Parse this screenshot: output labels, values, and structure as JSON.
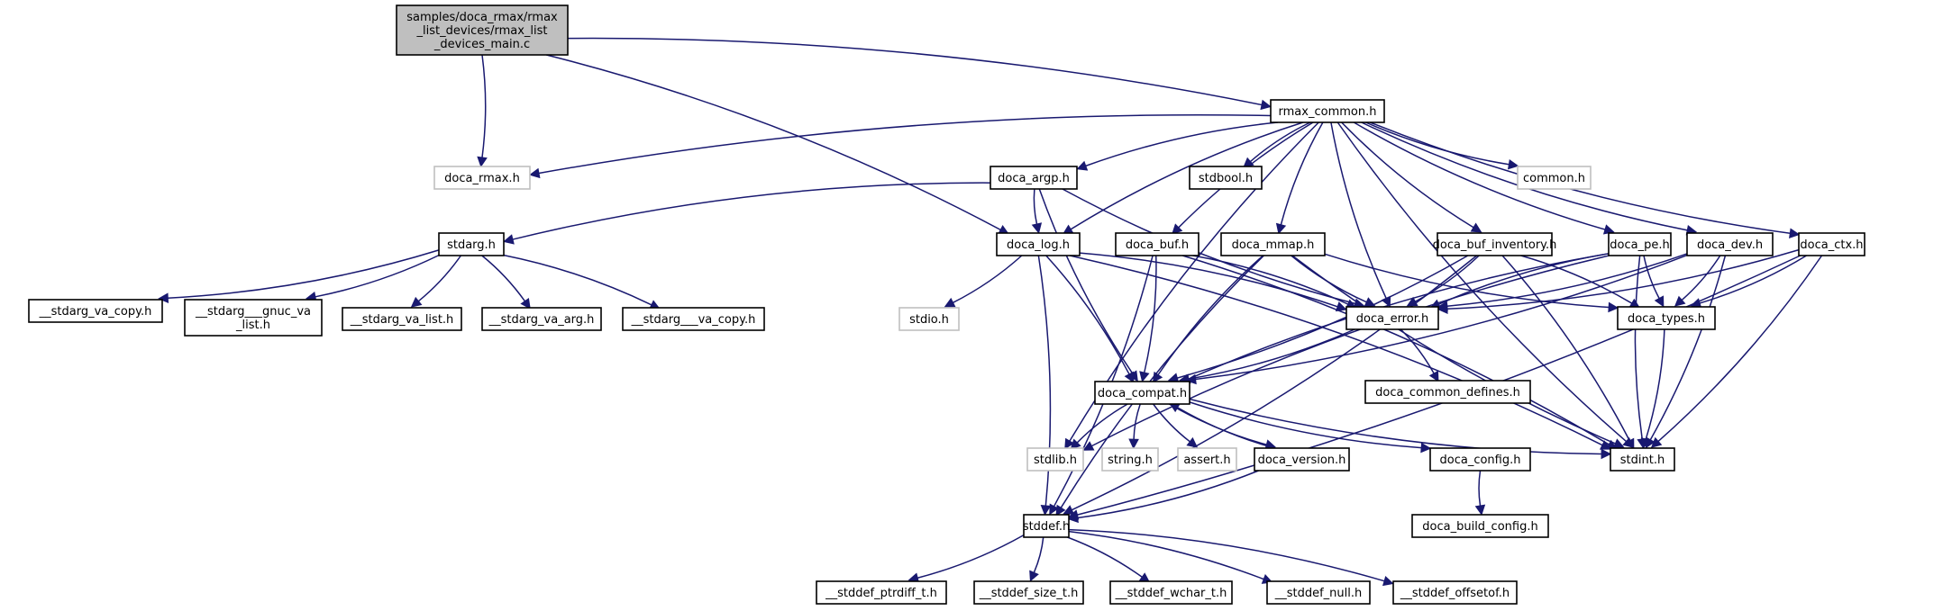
{
  "title": "Include dependency graph for rmax_list_devices_main.c",
  "colors": {
    "edge": "#191970",
    "root_fill": "#bfbfbf",
    "node_border": "#000000",
    "external_border": "#bfbfbf"
  },
  "nodes": [
    {
      "id": "root",
      "lines": [
        "samples/doca_rmax/rmax",
        "_list_devices/rmax_list",
        "_devices_main.c"
      ],
      "kind": "root"
    },
    {
      "id": "rmax_common",
      "lines": [
        "rmax_common.h"
      ],
      "kind": "normal"
    },
    {
      "id": "doca_rmax",
      "lines": [
        "doca_rmax.h"
      ],
      "kind": "ext"
    },
    {
      "id": "doca_argp",
      "lines": [
        "doca_argp.h"
      ],
      "kind": "normal"
    },
    {
      "id": "stdbool",
      "lines": [
        "stdbool.h"
      ],
      "kind": "normal"
    },
    {
      "id": "common",
      "lines": [
        "common.h"
      ],
      "kind": "ext"
    },
    {
      "id": "stdarg",
      "lines": [
        "stdarg.h"
      ],
      "kind": "normal"
    },
    {
      "id": "doca_log",
      "lines": [
        "doca_log.h"
      ],
      "kind": "normal"
    },
    {
      "id": "doca_buf",
      "lines": [
        "doca_buf.h"
      ],
      "kind": "normal"
    },
    {
      "id": "doca_mmap",
      "lines": [
        "doca_mmap.h"
      ],
      "kind": "normal"
    },
    {
      "id": "doca_buf_inventory",
      "lines": [
        "doca_buf_inventory.h"
      ],
      "kind": "normal"
    },
    {
      "id": "doca_pe",
      "lines": [
        "doca_pe.h"
      ],
      "kind": "normal"
    },
    {
      "id": "doca_dev",
      "lines": [
        "doca_dev.h"
      ],
      "kind": "normal"
    },
    {
      "id": "doca_ctx",
      "lines": [
        "doca_ctx.h"
      ],
      "kind": "normal"
    },
    {
      "id": "stdarg_va_copy",
      "lines": [
        "__stdarg_va_copy.h"
      ],
      "kind": "normal"
    },
    {
      "id": "stdarg_gnuc_va_list",
      "lines": [
        "__stdarg___gnuc_va",
        "_list.h"
      ],
      "kind": "normal"
    },
    {
      "id": "stdarg_va_list",
      "lines": [
        "__stdarg_va_list.h"
      ],
      "kind": "normal"
    },
    {
      "id": "stdarg_va_arg",
      "lines": [
        "__stdarg_va_arg.h"
      ],
      "kind": "normal"
    },
    {
      "id": "stdarg___va_copy",
      "lines": [
        "__stdarg___va_copy.h"
      ],
      "kind": "normal"
    },
    {
      "id": "stdio",
      "lines": [
        "stdio.h"
      ],
      "kind": "ext"
    },
    {
      "id": "doca_error",
      "lines": [
        "doca_error.h"
      ],
      "kind": "normal"
    },
    {
      "id": "doca_types",
      "lines": [
        "doca_types.h"
      ],
      "kind": "normal"
    },
    {
      "id": "doca_compat",
      "lines": [
        "doca_compat.h"
      ],
      "kind": "normal"
    },
    {
      "id": "doca_common_defines",
      "lines": [
        "doca_common_defines.h"
      ],
      "kind": "normal"
    },
    {
      "id": "stdlib",
      "lines": [
        "stdlib.h"
      ],
      "kind": "ext"
    },
    {
      "id": "string",
      "lines": [
        "string.h"
      ],
      "kind": "ext"
    },
    {
      "id": "assert",
      "lines": [
        "assert.h"
      ],
      "kind": "ext"
    },
    {
      "id": "doca_version",
      "lines": [
        "doca_version.h"
      ],
      "kind": "normal"
    },
    {
      "id": "doca_config",
      "lines": [
        "doca_config.h"
      ],
      "kind": "normal"
    },
    {
      "id": "stdint",
      "lines": [
        "stdint.h"
      ],
      "kind": "normal"
    },
    {
      "id": "doca_build_config",
      "lines": [
        "doca_build_config.h"
      ],
      "kind": "normal"
    },
    {
      "id": "stddef",
      "lines": [
        "stddef.h"
      ],
      "kind": "normal"
    },
    {
      "id": "stddef_ptrdiff_t",
      "lines": [
        "__stddef_ptrdiff_t.h"
      ],
      "kind": "normal"
    },
    {
      "id": "stddef_size_t",
      "lines": [
        "__stddef_size_t.h"
      ],
      "kind": "normal"
    },
    {
      "id": "stddef_wchar_t",
      "lines": [
        "__stddef_wchar_t.h"
      ],
      "kind": "normal"
    },
    {
      "id": "stddef_null",
      "lines": [
        "__stddef_null.h"
      ],
      "kind": "normal"
    },
    {
      "id": "stddef_offsetof",
      "lines": [
        "__stddef_offsetof.h"
      ],
      "kind": "normal"
    }
  ],
  "edges": [
    [
      "root",
      "doca_rmax"
    ],
    [
      "root",
      "rmax_common"
    ],
    [
      "root",
      "doca_log"
    ],
    [
      "rmax_common",
      "doca_rmax"
    ],
    [
      "rmax_common",
      "doca_argp"
    ],
    [
      "rmax_common",
      "stdbool"
    ],
    [
      "rmax_common",
      "common"
    ],
    [
      "rmax_common",
      "doca_log"
    ],
    [
      "rmax_common",
      "doca_buf"
    ],
    [
      "rmax_common",
      "doca_mmap"
    ],
    [
      "rmax_common",
      "doca_buf_inventory"
    ],
    [
      "rmax_common",
      "doca_pe"
    ],
    [
      "rmax_common",
      "doca_dev"
    ],
    [
      "rmax_common",
      "doca_ctx"
    ],
    [
      "rmax_common",
      "doca_error"
    ],
    [
      "rmax_common",
      "stdint"
    ],
    [
      "rmax_common",
      "stdlib"
    ],
    [
      "doca_argp",
      "stdarg"
    ],
    [
      "doca_argp",
      "doca_log"
    ],
    [
      "doca_argp",
      "doca_error"
    ],
    [
      "doca_argp",
      "doca_compat"
    ],
    [
      "stdarg",
      "stdarg_va_copy"
    ],
    [
      "stdarg",
      "stdarg_gnuc_va_list"
    ],
    [
      "stdarg",
      "stdarg_va_list"
    ],
    [
      "stdarg",
      "stdarg_va_arg"
    ],
    [
      "stdarg",
      "stdarg___va_copy"
    ],
    [
      "doca_log",
      "stdio"
    ],
    [
      "doca_log",
      "doca_error"
    ],
    [
      "doca_log",
      "doca_compat"
    ],
    [
      "doca_log",
      "stdint"
    ],
    [
      "doca_log",
      "stddef"
    ],
    [
      "doca_buf",
      "doca_error"
    ],
    [
      "doca_buf",
      "doca_compat"
    ],
    [
      "doca_buf",
      "stdint"
    ],
    [
      "doca_buf",
      "stddef"
    ],
    [
      "doca_mmap",
      "doca_error"
    ],
    [
      "doca_mmap",
      "doca_compat"
    ],
    [
      "doca_mmap",
      "doca_types"
    ],
    [
      "doca_mmap",
      "stdint"
    ],
    [
      "doca_mmap",
      "stddef"
    ],
    [
      "doca_buf_inventory",
      "doca_error"
    ],
    [
      "doca_buf_inventory",
      "doca_compat"
    ],
    [
      "doca_buf_inventory",
      "doca_types"
    ],
    [
      "doca_buf_inventory",
      "stdint"
    ],
    [
      "doca_buf_inventory",
      "stddef"
    ],
    [
      "doca_pe",
      "doca_error"
    ],
    [
      "doca_pe",
      "doca_compat"
    ],
    [
      "doca_pe",
      "doca_types"
    ],
    [
      "doca_pe",
      "stdint"
    ],
    [
      "doca_pe",
      "stdlib"
    ],
    [
      "doca_dev",
      "doca_error"
    ],
    [
      "doca_dev",
      "doca_types"
    ],
    [
      "doca_dev",
      "doca_compat"
    ],
    [
      "doca_dev",
      "stdint"
    ],
    [
      "doca_ctx",
      "doca_error"
    ],
    [
      "doca_ctx",
      "doca_types"
    ],
    [
      "doca_ctx",
      "stdint"
    ],
    [
      "doca_ctx",
      "stddef"
    ],
    [
      "doca_error",
      "doca_compat"
    ],
    [
      "doca_error",
      "doca_common_defines"
    ],
    [
      "doca_types",
      "stdint"
    ],
    [
      "doca_compat",
      "stdlib"
    ],
    [
      "doca_compat",
      "string"
    ],
    [
      "doca_compat",
      "assert"
    ],
    [
      "doca_compat",
      "doca_version"
    ],
    [
      "doca_compat",
      "doca_config"
    ],
    [
      "doca_compat",
      "stdint"
    ],
    [
      "doca_version",
      "doca_compat"
    ],
    [
      "doca_version",
      "stddef"
    ],
    [
      "doca_config",
      "doca_build_config"
    ],
    [
      "stddef",
      "stddef_ptrdiff_t"
    ],
    [
      "stddef",
      "stddef_size_t"
    ],
    [
      "stddef",
      "stddef_wchar_t"
    ],
    [
      "stddef",
      "stddef_null"
    ],
    [
      "stddef",
      "stddef_offsetof"
    ]
  ]
}
